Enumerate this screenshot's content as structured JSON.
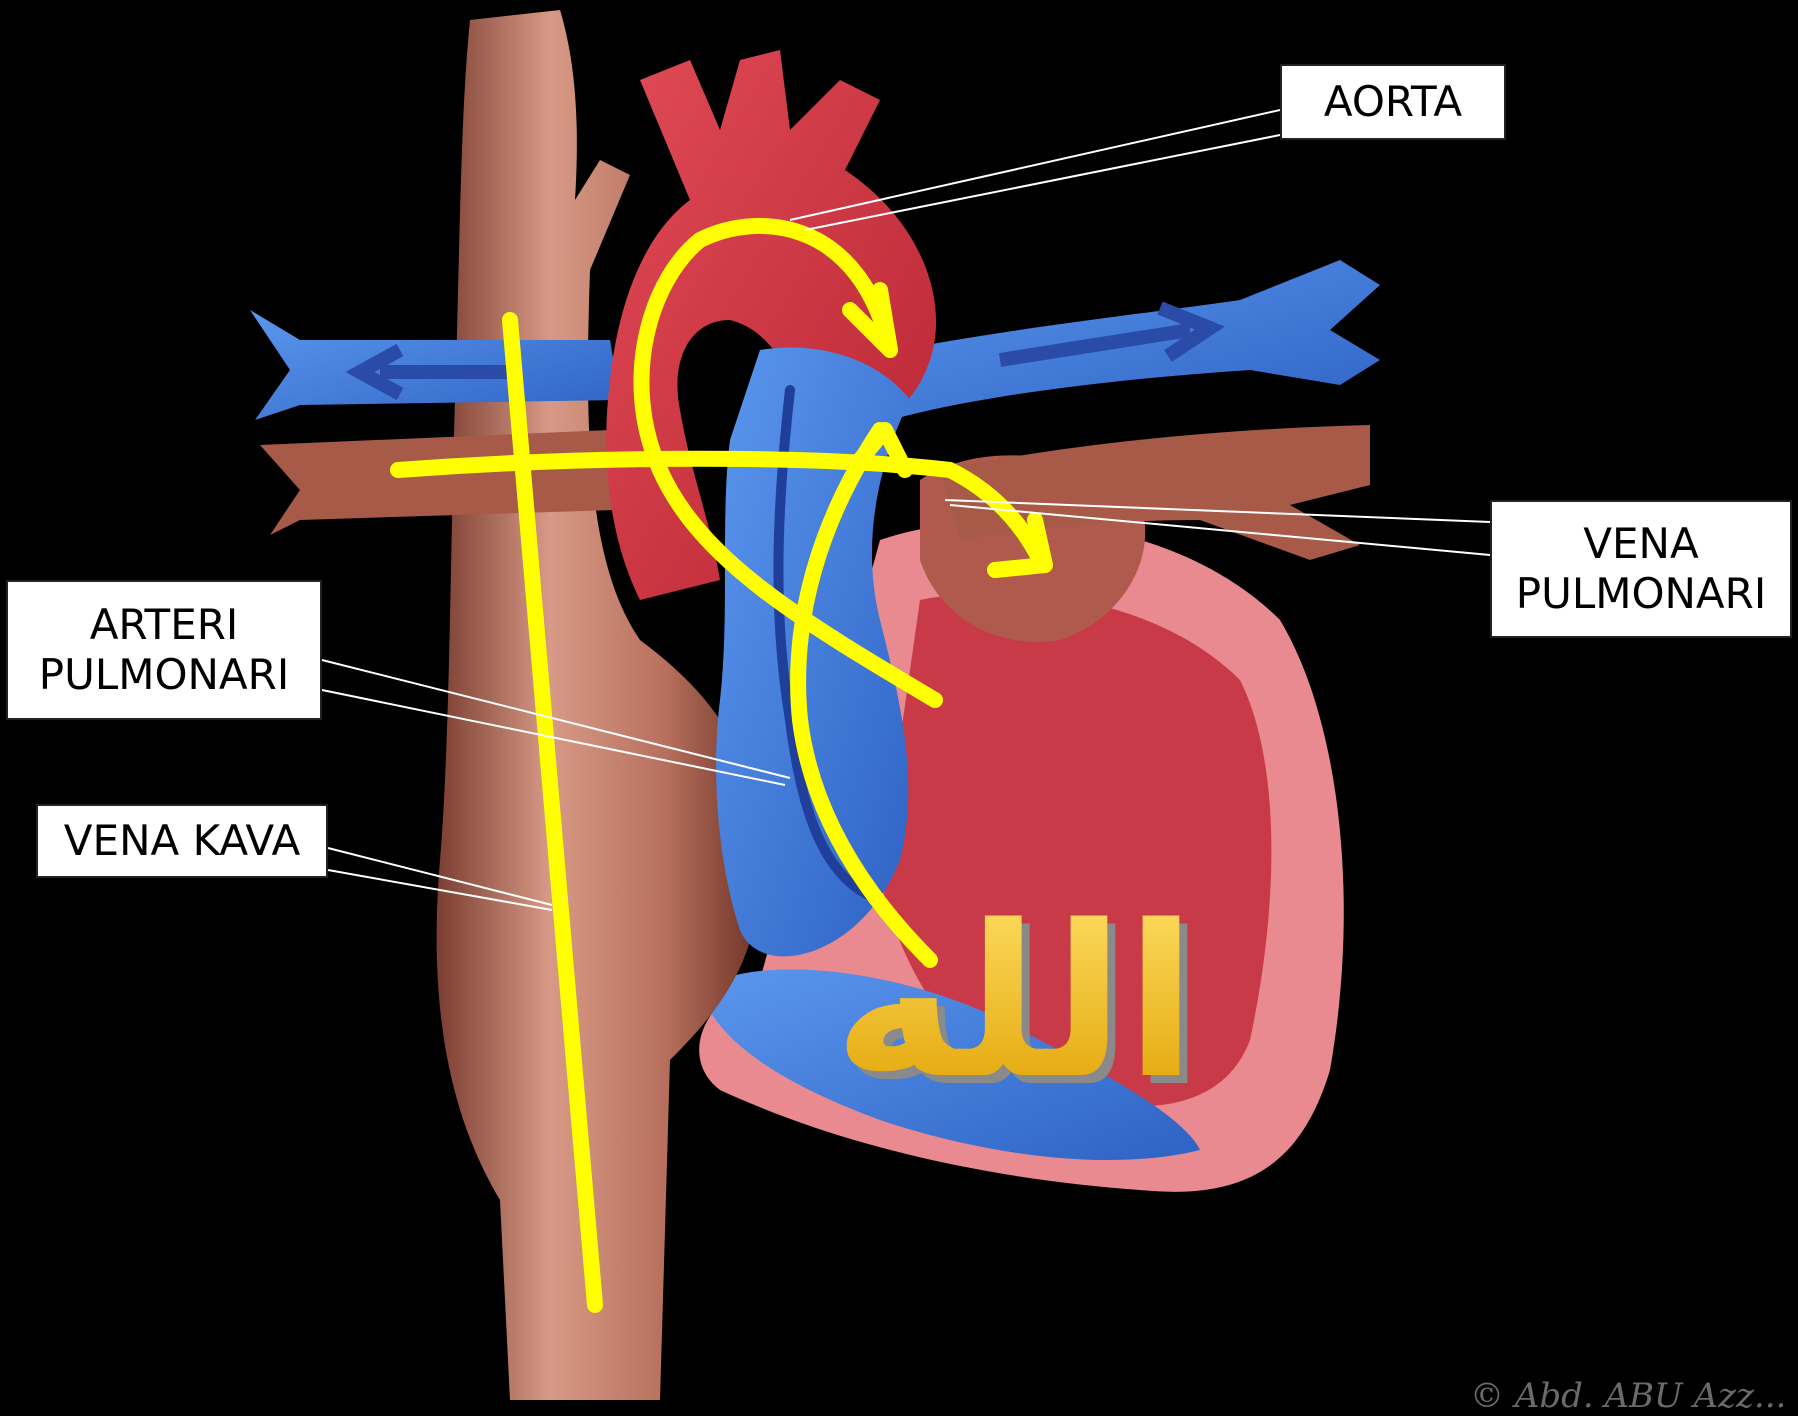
{
  "labels": {
    "aorta": "AORTA",
    "vena_pulmonari": [
      "VENA",
      "PULMONARI"
    ],
    "arteri_pulmonari": [
      "ARTERI",
      "PULMONARI"
    ],
    "vena_kava": "VENA KAVA"
  },
  "calligraphy": "الله",
  "watermark": "© Abd. ABU Azz...",
  "colors": {
    "background": "#000000",
    "overlay_line": "#ffff00",
    "aorta_red": "#d8333f",
    "pulmonary_blue": "#3a7be0",
    "vena_cava_brown": "#b8715e",
    "calligraphy_gold": "#f2b705"
  }
}
